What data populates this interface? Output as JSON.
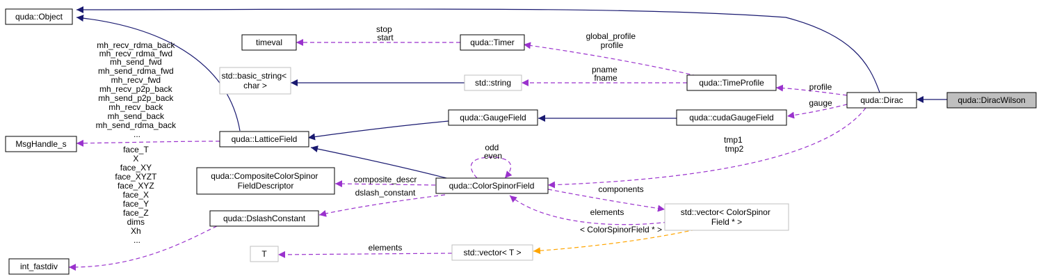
{
  "nodes": {
    "object": [
      "quda::Object"
    ],
    "timeval": [
      "timeval"
    ],
    "timer": [
      "quda::Timer"
    ],
    "basic_string": [
      "std::basic_string<",
      "char >"
    ],
    "string": [
      "std::string"
    ],
    "timeprofile": [
      "quda::TimeProfile"
    ],
    "dirac": [
      "quda::Dirac"
    ],
    "diracwilson": [
      "quda::DiracWilson"
    ],
    "msghandle": [
      "MsgHandle_s"
    ],
    "latticefield": [
      "quda::LatticeField"
    ],
    "gaugefield": [
      "quda::GaugeField"
    ],
    "cudagaugefield": [
      "quda::cudaGaugeField"
    ],
    "composite": [
      "quda::CompositeColorSpinor",
      "FieldDescriptor"
    ],
    "colorspinorfield": [
      "quda::ColorSpinorField"
    ],
    "vector_csf": [
      "std::vector< ColorSpinor",
      "Field * >"
    ],
    "dslashconstant": [
      "quda::DslashConstant"
    ],
    "int_fastdiv": [
      "int_fastdiv"
    ],
    "T": [
      "T"
    ],
    "vector_T": [
      "std::vector< T >"
    ]
  },
  "edge_labels": {
    "timer_timeval": [
      "stop",
      "start"
    ],
    "timeprofile_timer": [
      "global_profile",
      "profile"
    ],
    "timeprofile_string": [
      "pname",
      "fname"
    ],
    "dirac_timeprofile": [
      "profile"
    ],
    "dirac_cudagauge": [
      "gauge"
    ],
    "dirac_csf": [
      "tmp1",
      "tmp2"
    ],
    "csf_self": [
      "odd",
      "even"
    ],
    "latticefield_msghandle": [
      "mh_recv_rdma_back",
      "mh_recv_rdma_fwd",
      "mh_send_fwd",
      "mh_send_rdma_fwd",
      "mh_recv_fwd",
      "mh_recv_p2p_back",
      "mh_send_p2p_back",
      "mh_recv_back",
      "mh_send_back",
      "mh_send_rdma_back",
      "..."
    ],
    "dslash_intfastdiv": [
      "face_T",
      "X",
      "face_XY",
      "face_XYZT",
      "face_XYZ",
      "face_X",
      "face_Y",
      "face_Z",
      "dims",
      "Xh",
      "..."
    ],
    "csf_composite": [
      "composite_descr"
    ],
    "csf_dslash": [
      "dslash_constant"
    ],
    "vector_csf_from_csf": [
      "components"
    ],
    "csf_from_vector_csf": [
      "elements"
    ],
    "vectorT_T": [
      "elements"
    ],
    "vectorcsf_vectorT": [
      "< ColorSpinorField * >"
    ]
  },
  "colors": {
    "inheritance": "#191970",
    "member": "#9a32cd",
    "template": "#ffa500",
    "external_border": "#bfbfbf",
    "current_fill": "#bfbfbf"
  }
}
